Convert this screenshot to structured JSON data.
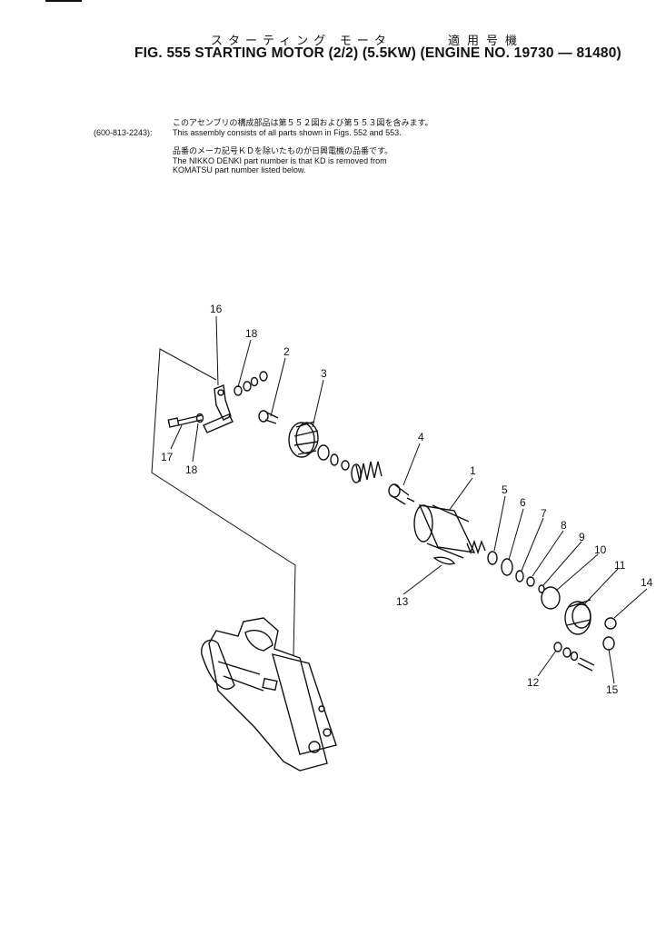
{
  "header": {
    "title_jp": "スターティング モータ",
    "applies_jp": "適用号機",
    "figure_title": "FIG. 555 STARTING MOTOR (2/2) (5.5KW) (ENGINE NO. 19730 — 81480)"
  },
  "notes": {
    "assembly_part_no": "(600-813-2243):",
    "line_jp_1": "このアセンブリの構成部品は第５５２図および第５５３図を含みます。",
    "line_en_1": "This assembly consists of all parts shown in Figs. 552 and 553.",
    "line_jp_2": "品番のメーカ記号ＫＤを除いたものが日興電機の品番です。",
    "line_en_2": "The NIKKO DENKI part number is that KD is removed from",
    "line_en_3": "KOMATSU part number listed below."
  },
  "callouts": {
    "c1": "1",
    "c2": "2",
    "c3": "3",
    "c4": "4",
    "c5": "5",
    "c6": "6",
    "c7": "7",
    "c8": "8",
    "c9": "9",
    "c10": "10",
    "c11": "11",
    "c12": "12",
    "c13": "13",
    "c14": "14",
    "c15": "15",
    "c16": "16",
    "c17": "17",
    "c18a": "18",
    "c18b": "18"
  }
}
